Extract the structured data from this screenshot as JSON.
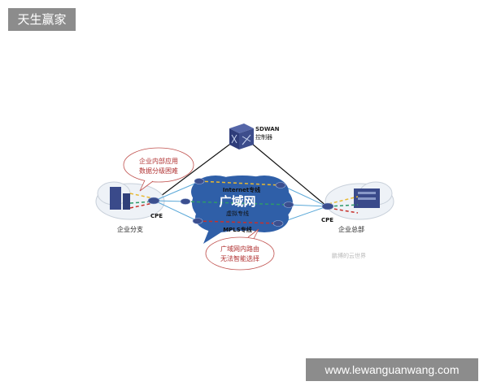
{
  "watermark_top_left": "天生赢家",
  "watermark_bottom_right": "www.lewanguanwang.com",
  "diagram": {
    "controller": {
      "line1": "SDWAN",
      "line2": "控制器"
    },
    "wan_cloud": {
      "title": "广域网",
      "internet": "Internet专线",
      "virtual": "虚拟专线",
      "mpls": "MPLS专线"
    },
    "left_site": {
      "cpe": "CPE",
      "label": "企业分支"
    },
    "right_site": {
      "cpe": "CPE",
      "label": "企业总部"
    },
    "callout_top": {
      "line1": "企业内部应用",
      "line2": "数据分级困难"
    },
    "callout_bottom": {
      "line1": "广域网内路由",
      "line2": "无法智能选择"
    },
    "source_mark": "鹏博的云世界",
    "colors": {
      "cloud": "#2f5fa8",
      "internet": "#e8b830",
      "virtual": "#2e9a6a",
      "mpls": "#c8302a",
      "callout": "#c0504d"
    }
  }
}
